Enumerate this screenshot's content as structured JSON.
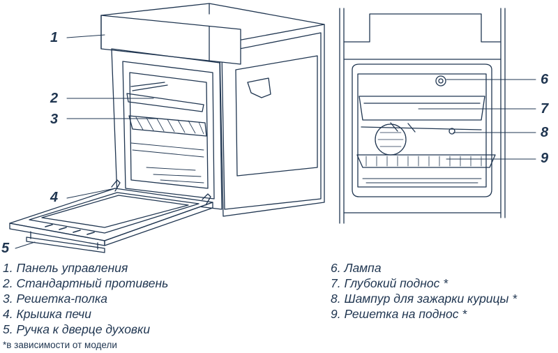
{
  "callouts": {
    "left": [
      "1",
      "2",
      "3",
      "4",
      "5"
    ],
    "right": [
      "6",
      "7",
      "8",
      "9"
    ]
  },
  "legend": {
    "left": [
      "1. Панель управления",
      "2. Стандартный противень",
      "3. Решетка-полка",
      "4. Крышка печи",
      "5. Ручка к дверце духовки"
    ],
    "right": [
      "6. Лампа",
      "7. Глубокий поднос *",
      "8. Шампур для зажарки курицы *",
      "9. Решетка на поднос *"
    ],
    "footnote": "*в зависимости от модели"
  },
  "colors": {
    "line": "#1f3550",
    "text": "#1f3550",
    "background": "#ffffff"
  }
}
